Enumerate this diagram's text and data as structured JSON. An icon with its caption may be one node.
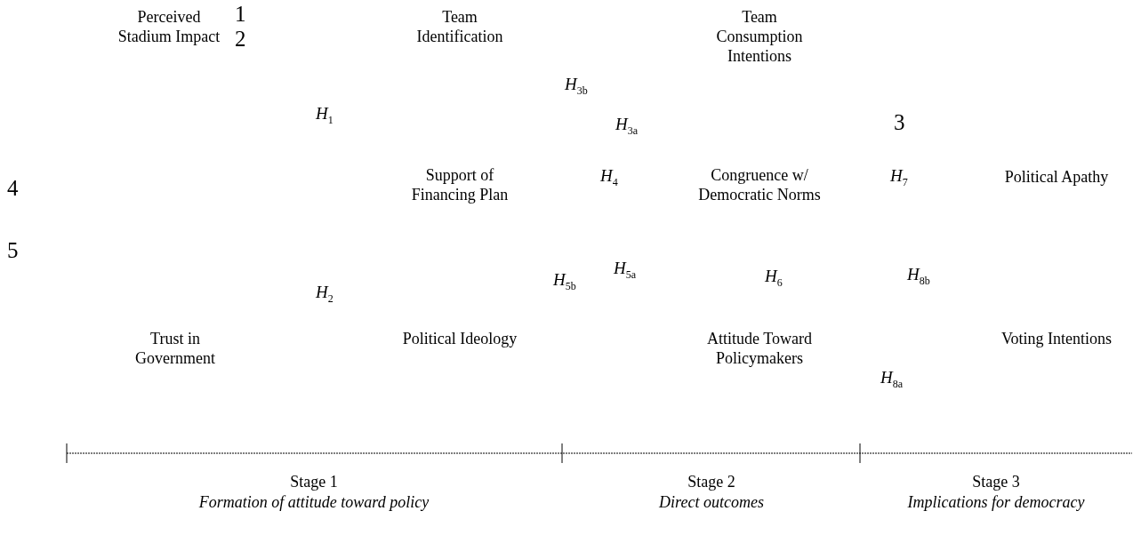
{
  "diagram": {
    "labels": [
      "Perceived Stadium Impact",
      "1",
      "2",
      "Team Identification",
      "Team Consumption Intentions",
      "*H*$_{3b}$",
      "*H*$_{1}$",
      "*H*$_{3a}$",
      "3",
      "4",
      "Support of Financing Plan",
      "*H*$_{4}$",
      "Congruence w/ Democratic Norms",
      "*H*$_{7}$",
      "Political Apathy",
      "5",
      "*H*$_{5b}$",
      "*H*$_{5a}$",
      "*H*$_{6}$",
      "*H*$_{8b}$",
      "*H*$_{2}$",
      "Trust in Government",
      "Political Ideology",
      "Attitude Toward Policymakers",
      "Voting Intentions",
      "*H*$_{8a}$",
      "Stage 1",
      "Formation of attitude toward policy",
      "Stage 2",
      "Direct outcomes",
      "Stage 3",
      "Implications for democracy"
    ]
  }
}
